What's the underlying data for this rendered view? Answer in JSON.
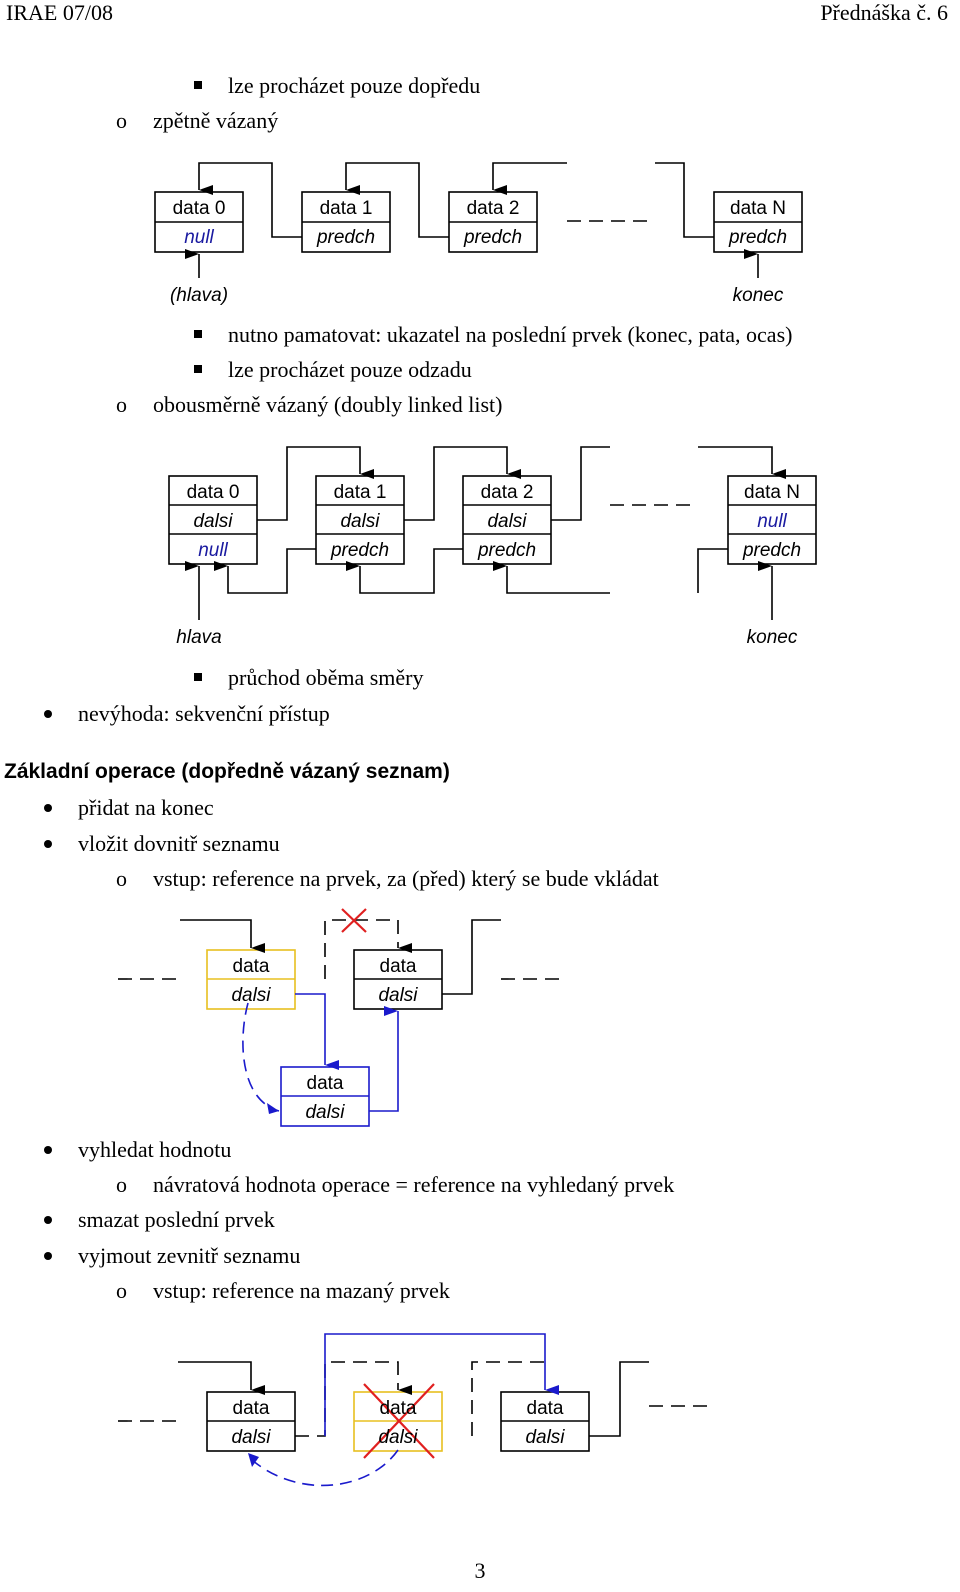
{
  "header": {
    "left": "IRAE 07/08",
    "right": "Přednáška č. 6"
  },
  "lines": {
    "l1": "lze procházet pouze dopředu",
    "l2": "zpětně vázaný",
    "l3": "nutno pamatovat: ukazatel na poslední prvek (konec, pata, ocas)",
    "l4": "lze procházet pouze odzadu",
    "l5": "obousměrně vázaný (doubly linked list)",
    "l6": "průchod oběma směry",
    "l7": "nevýhoda: sekvenční přístup",
    "heading": "Základní operace (dopředně vázaný seznam)",
    "l8": "přidat na konec",
    "l9": "vložit dovnitř seznamu",
    "l10": "vstup: reference na prvek, za (před) který se bude vkládat",
    "l11": "vyhledat hodnotu",
    "l12": "návratová hodnota operace = reference na vyhledaný prvek",
    "l13": "smazat poslední prvek",
    "l14": "vyjmout zevnitř seznamu",
    "l15": "vstup: reference na mazaný prvek"
  },
  "markers": {
    "o": "o"
  },
  "diagram1": {
    "nodes": [
      {
        "top": "data 0",
        "bottom": "null"
      },
      {
        "top": "data 1",
        "bottom": "predch"
      },
      {
        "top": "data 2",
        "bottom": "predch"
      },
      {
        "top": "data N",
        "bottom": "predch"
      }
    ],
    "head_label": "(hlava)",
    "tail_label": "konec"
  },
  "diagram2": {
    "nodes": [
      {
        "r1": "data 0",
        "r2": "dalsi",
        "r3": "null"
      },
      {
        "r1": "data 1",
        "r2": "dalsi",
        "r3": "predch"
      },
      {
        "r1": "data 2",
        "r2": "dalsi",
        "r3": "predch"
      },
      {
        "r1": "data N",
        "r2": "null",
        "r3": "predch"
      }
    ],
    "head_label": "hlava",
    "tail_label": "konec"
  },
  "diagram3": {
    "nodes": [
      {
        "r1": "data",
        "r2": "dalsi"
      },
      {
        "r1": "data",
        "r2": "dalsi"
      },
      {
        "r1": "data",
        "r2": "dalsi"
      }
    ]
  },
  "diagram4": {
    "nodes": [
      {
        "r1": "data",
        "r2": "dalsi"
      },
      {
        "r1": "data",
        "r2": "dalsi"
      },
      {
        "r1": "data",
        "r2": "dalsi"
      }
    ]
  },
  "colors": {
    "null_text": "#1a1aa0",
    "highlight": "#e8c020",
    "new_node": "#1a1acc",
    "cross": "#e02020"
  },
  "page_number": "3"
}
